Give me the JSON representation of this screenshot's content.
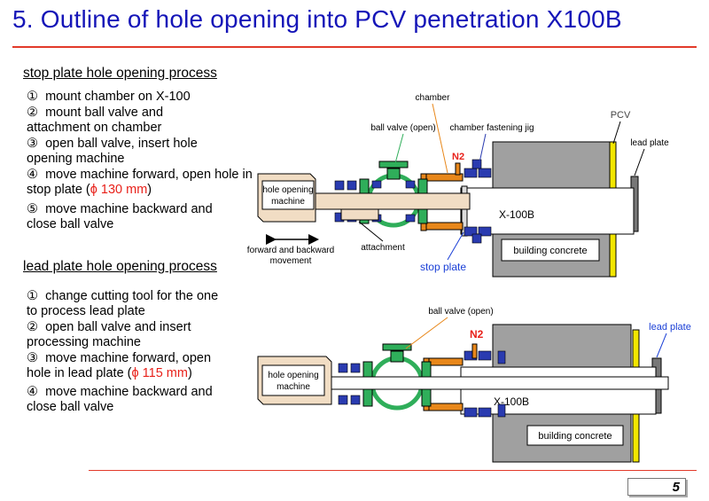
{
  "title": "5. Outline of hole opening into PCV penetration X100B",
  "section1": {
    "heading": "stop plate hole opening process",
    "steps": [
      {
        "num": "①",
        "text": "mount chamber on X-100"
      },
      {
        "num": "②",
        "text": "mount ball valve and",
        "text2": "attachment on chamber"
      },
      {
        "num": "③",
        "text": "open ball valve, insert hole",
        "text2": "opening machine"
      },
      {
        "num": "④",
        "text": "move machine forward, open hole in",
        "text2a": "stop plate (",
        "highlight": "ϕ 130 mm",
        "text2b": ")"
      },
      {
        "num": "⑤",
        "text": "move machine backward and",
        "text2": "close ball valve"
      }
    ]
  },
  "section2": {
    "heading": "lead plate hole opening process",
    "steps": [
      {
        "num": "①",
        "text": "change cutting tool for the one",
        "text2": "to process lead plate"
      },
      {
        "num": "②",
        "text": "open ball valve and insert",
        "text2": "processing machine"
      },
      {
        "num": "③",
        "text": "move machine forward, open",
        "text2a": "hole in lead plate (",
        "highlight": "ϕ 115 mm",
        "text2b": ")"
      },
      {
        "num": "④",
        "text": "move machine backward and",
        "text2": "close ball valve"
      }
    ]
  },
  "diagram1": {
    "chamber": "chamber",
    "ball_valve": "ball valve (open)",
    "fastening_jig": "chamber fastening jig",
    "pcv": "PCV",
    "lead_plate": "lead plate",
    "n2": "N2",
    "machine_line1": "hole opening",
    "machine_line2": "machine",
    "x100b": "X-100B",
    "attachment": "attachment",
    "movement_line1": "forward and backward",
    "movement_line2": "movement",
    "building_concrete": "building concrete",
    "stop_plate": "stop plate"
  },
  "diagram2": {
    "ball_valve": "ball valve (open)",
    "n2": "N2",
    "lead_plate": "lead plate",
    "machine_line1": "hole opening",
    "machine_line2": "machine",
    "x100b": "X-100B",
    "building_concrete": "building concrete"
  },
  "page_number": "5",
  "colors": {
    "title": "#1515b8",
    "accent_rule": "#e23a2a",
    "valve_green": "#2fae5a",
    "chamber_orange": "#e8871a",
    "bolt_blue": "#2a3bb0",
    "pcv_yellow": "#f2e600",
    "concrete_gray": "#9a9a9a"
  }
}
